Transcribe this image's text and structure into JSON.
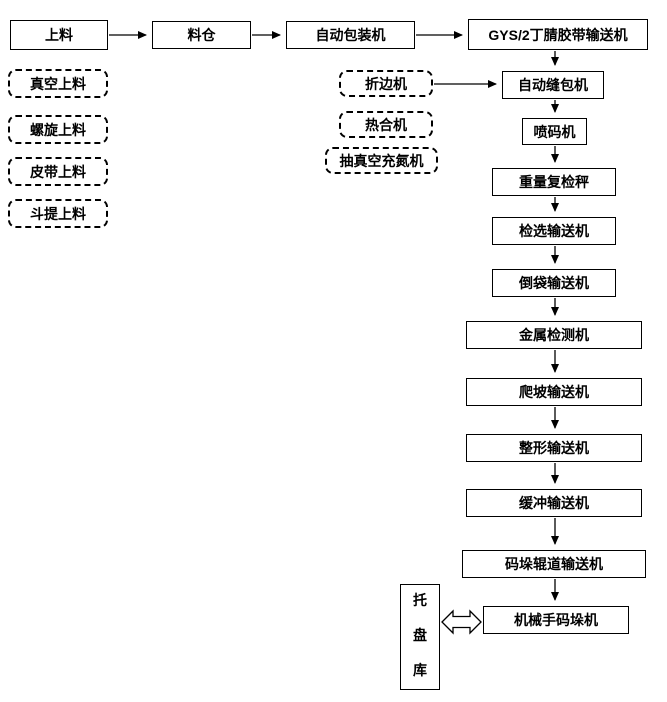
{
  "diagram": {
    "nodes": {
      "feed": "上料",
      "silo": "料仓",
      "auto_packer": "自动包装机",
      "gys_conveyor": "GYS/2丁腈胶带输送机",
      "vacuum_feed": "真空上料",
      "screw_feed": "螺旋上料",
      "belt_feed": "皮带上料",
      "bucket_feed": "斗提上料",
      "edge_folder": "折边机",
      "heat_sealer": "热合机",
      "vacuum_nitrogen_filler": "抽真空充氮机",
      "auto_bag_sewer": "自动缝包机",
      "inkjet_printer": "喷码机",
      "recheck_weigher": "重量复检秤",
      "sorting_conveyor": "检选输送机",
      "bag_inverting_conveyor": "倒袋输送机",
      "metal_detector": "金属检测机",
      "climbing_conveyor": "爬坡输送机",
      "shaping_conveyor": "整形输送机",
      "buffer_conveyor": "缓冲输送机",
      "palletizing_roller_conveyor": "码垛辊道输送机",
      "robot_palletizer": "机械手码垛机",
      "pallet_store_chars": [
        "托",
        "盘",
        "库"
      ]
    },
    "edges": [
      {
        "from": "feed",
        "to": "silo",
        "type": "arrow"
      },
      {
        "from": "silo",
        "to": "auto_packer",
        "type": "arrow"
      },
      {
        "from": "auto_packer",
        "to": "gys_conveyor",
        "type": "arrow"
      },
      {
        "from": "gys_conveyor",
        "to": "auto_bag_sewer",
        "type": "arrow"
      },
      {
        "from": "edge_folder",
        "to": "auto_bag_sewer",
        "type": "arrow"
      },
      {
        "from": "auto_bag_sewer",
        "to": "inkjet_printer",
        "type": "arrow"
      },
      {
        "from": "inkjet_printer",
        "to": "recheck_weigher",
        "type": "arrow"
      },
      {
        "from": "recheck_weigher",
        "to": "sorting_conveyor",
        "type": "arrow"
      },
      {
        "from": "sorting_conveyor",
        "to": "bag_inverting_conveyor",
        "type": "arrow"
      },
      {
        "from": "bag_inverting_conveyor",
        "to": "metal_detector",
        "type": "arrow"
      },
      {
        "from": "metal_detector",
        "to": "climbing_conveyor",
        "type": "arrow"
      },
      {
        "from": "climbing_conveyor",
        "to": "shaping_conveyor",
        "type": "arrow"
      },
      {
        "from": "shaping_conveyor",
        "to": "buffer_conveyor",
        "type": "arrow"
      },
      {
        "from": "buffer_conveyor",
        "to": "palletizing_roller_conveyor",
        "type": "arrow"
      },
      {
        "from": "palletizing_roller_conveyor",
        "to": "robot_palletizer",
        "type": "arrow"
      },
      {
        "from": "pallet_store",
        "to": "robot_palletizer",
        "type": "double-arrow"
      }
    ],
    "colors": {
      "line": "#000000",
      "box_fill": "#ffffff",
      "text": "#000000",
      "background": "#ffffff"
    }
  }
}
